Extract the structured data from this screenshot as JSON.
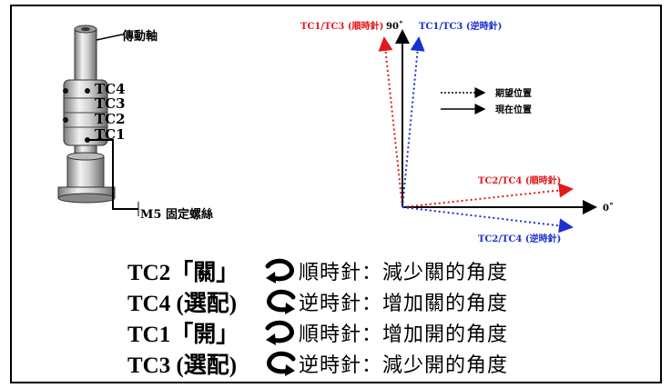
{
  "shaft": {
    "drive_shaft_label": "傳動軸",
    "screw_label": "M5 固定螺絲",
    "tc_labels": [
      "TC4",
      "TC3",
      "TC2",
      "TC1"
    ]
  },
  "angle_diagram": {
    "top_left_label": "TC1/TC3 (順時針)",
    "top_mid_label": "90˚",
    "top_right_label": "TC1/TC3 (逆時針)",
    "legend_expected": "期望位置",
    "legend_current": "現在位置",
    "red_right_label": "TC2/TC4 (順時針)",
    "zero_label": "0˚",
    "blue_right_label": "TC2/TC4 (逆時針)",
    "colors": {
      "red": "#e0191b",
      "blue": "#1a2fd0"
    }
  },
  "rules": [
    {
      "label": "TC2「關」",
      "direction": "clockwise",
      "text": "順時針：減少關的角度"
    },
    {
      "label": "TC4 (選配)",
      "direction": "counterclockwise",
      "text": "逆時針：增加關的角度"
    },
    {
      "label": "TC1「開」",
      "direction": "clockwise",
      "text": "順時針：增加開的角度"
    },
    {
      "label": "TC3 (選配)",
      "direction": "counterclockwise",
      "text": "逆時針：減少開的角度"
    }
  ]
}
